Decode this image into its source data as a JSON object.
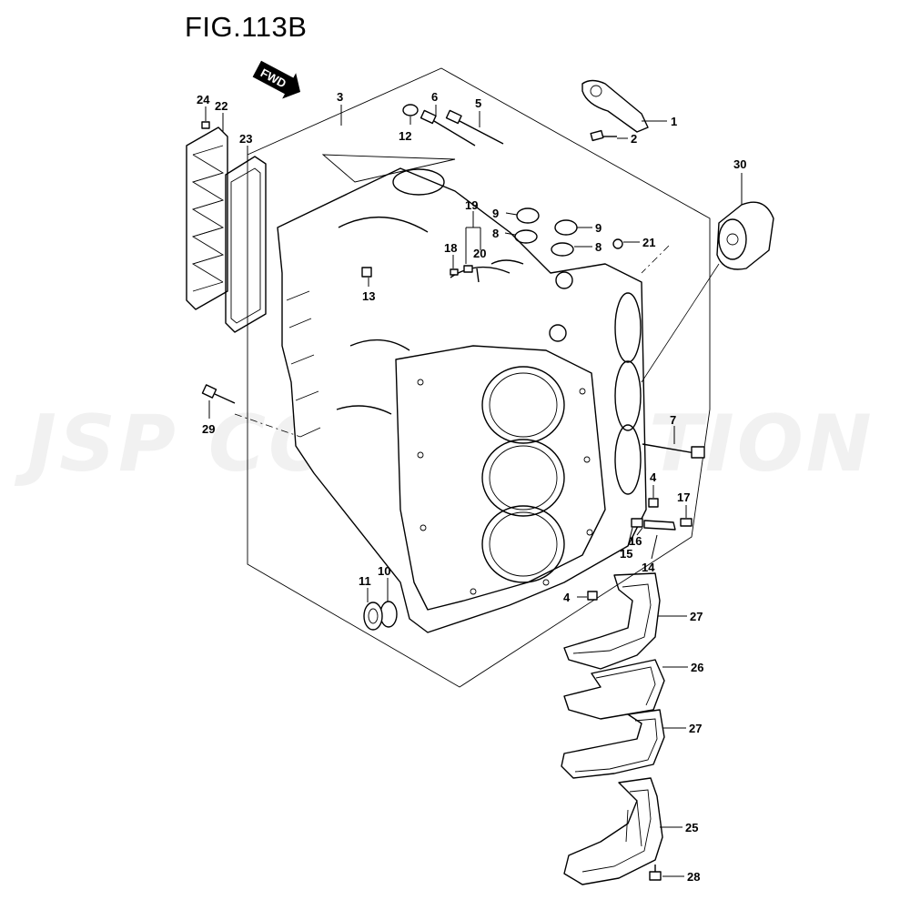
{
  "figure": {
    "title": "FIG.113B",
    "fwd_label": "FWD",
    "watermark": "JSP CORPORATION"
  },
  "callouts": [
    "1",
    "2",
    "3",
    "4",
    "4",
    "5",
    "6",
    "7",
    "8",
    "8",
    "9",
    "9",
    "10",
    "11",
    "12",
    "13",
    "14",
    "15",
    "16",
    "17",
    "18",
    "19",
    "20",
    "21",
    "22",
    "23",
    "24",
    "25",
    "26",
    "27",
    "27",
    "28",
    "29",
    "30"
  ],
  "icons": {
    "fwd": "fwd-arrow-icon"
  }
}
